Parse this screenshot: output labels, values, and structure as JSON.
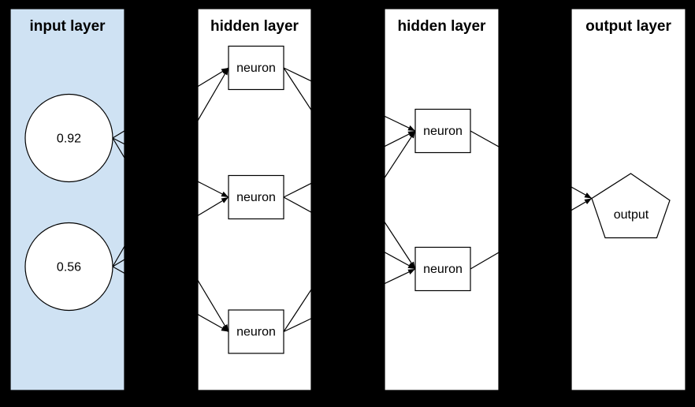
{
  "diagram": {
    "type": "neural-network",
    "background_color": "#000000",
    "edge_color": "#000000",
    "node_border_color": "#000000",
    "node_fill": "#ffffff",
    "layers": [
      {
        "title": "input layer",
        "fill": "#cfe2f3",
        "nodes": [
          {
            "id": "input-1",
            "shape": "circle",
            "label": "0.92"
          },
          {
            "id": "input-2",
            "shape": "circle",
            "label": "0.56"
          }
        ]
      },
      {
        "title": "hidden layer",
        "fill": "#ffffff",
        "nodes": [
          {
            "id": "h1-1",
            "shape": "rect",
            "label": "neuron"
          },
          {
            "id": "h1-2",
            "shape": "rect",
            "label": "neuron"
          },
          {
            "id": "h1-3",
            "shape": "rect",
            "label": "neuron"
          }
        ]
      },
      {
        "title": "hidden layer",
        "fill": "#ffffff",
        "nodes": [
          {
            "id": "h2-1",
            "shape": "rect",
            "label": "neuron"
          },
          {
            "id": "h2-2",
            "shape": "rect",
            "label": "neuron"
          }
        ]
      },
      {
        "title": "output layer",
        "fill": "#ffffff",
        "nodes": [
          {
            "id": "output-1",
            "shape": "pentagon",
            "label": "output"
          }
        ]
      }
    ],
    "connections": [
      {
        "from": "input-1",
        "to": "h1-1"
      },
      {
        "from": "input-1",
        "to": "h1-2"
      },
      {
        "from": "input-1",
        "to": "h1-3"
      },
      {
        "from": "input-2",
        "to": "h1-1"
      },
      {
        "from": "input-2",
        "to": "h1-2"
      },
      {
        "from": "input-2",
        "to": "h1-3"
      },
      {
        "from": "h1-1",
        "to": "h2-1"
      },
      {
        "from": "h1-1",
        "to": "h2-2"
      },
      {
        "from": "h1-2",
        "to": "h2-1"
      },
      {
        "from": "h1-2",
        "to": "h2-2"
      },
      {
        "from": "h1-3",
        "to": "h2-1"
      },
      {
        "from": "h1-3",
        "to": "h2-2"
      },
      {
        "from": "h2-1",
        "to": "output-1"
      },
      {
        "from": "h2-2",
        "to": "output-1"
      }
    ]
  }
}
